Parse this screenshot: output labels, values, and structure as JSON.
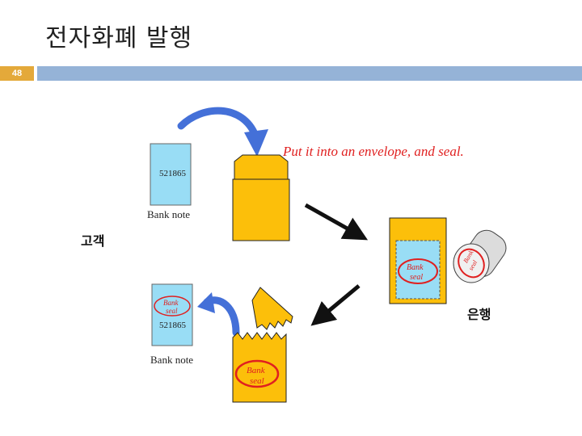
{
  "slide": {
    "title": "전자화폐 발행",
    "page_number": "48"
  },
  "diagram": {
    "caption": "Put it into an envelope, and seal.",
    "note_serial": "521865",
    "bank_note_label": "Bank note",
    "seal_word_1": "Bank",
    "seal_word_2": "seal",
    "customer_label": "고객",
    "bank_label": "은행",
    "colors": {
      "note": "#99ddf5",
      "envelope": "#fcbf0a",
      "arrow_blue": "#4470d8",
      "seal_red": "#e02020",
      "header_bar": "#95b3d7",
      "page_badge": "#e4a93a"
    }
  }
}
